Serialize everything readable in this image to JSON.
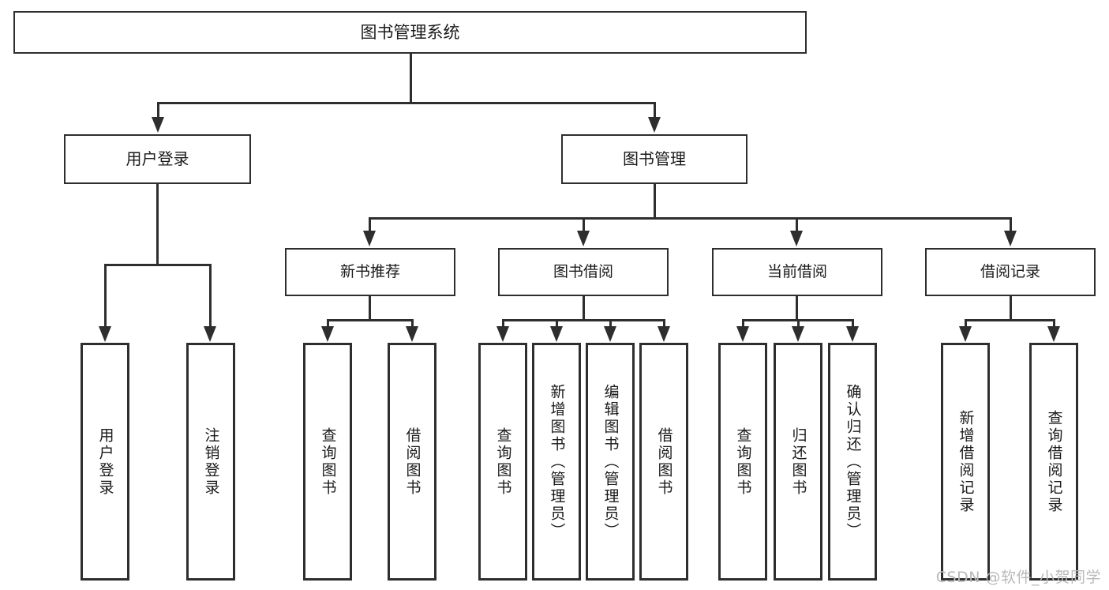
{
  "diagram": {
    "title": "图书管理系统",
    "type": "功能结构图",
    "watermark": "CSDN @软件_小贺同学",
    "root": {
      "label": "图书管理系统"
    },
    "level2": [
      {
        "id": "user-login",
        "label": "用户登录"
      },
      {
        "id": "book-manage",
        "label": "图书管理"
      }
    ],
    "level3": [
      {
        "id": "new-book-recommend",
        "label": "新书推荐"
      },
      {
        "id": "book-borrow",
        "label": "图书借阅"
      },
      {
        "id": "current-borrow",
        "label": "当前借阅"
      },
      {
        "id": "borrow-record",
        "label": "借阅记录"
      }
    ],
    "leaves": {
      "user_login": [
        {
          "id": "leaf-user-login",
          "label": "用户登录"
        },
        {
          "id": "leaf-user-logout",
          "label": "注销登录"
        }
      ],
      "new_book_recommend": [
        {
          "id": "leaf-query-book-1",
          "label": "查询图书"
        },
        {
          "id": "leaf-borrow-book-1",
          "label": "借阅图书"
        }
      ],
      "book_borrow": [
        {
          "id": "leaf-query-book-2",
          "label": "查询图书"
        },
        {
          "id": "leaf-add-book",
          "label": "新增图书（管理员）"
        },
        {
          "id": "leaf-edit-book",
          "label": "编辑图书（管理员）"
        },
        {
          "id": "leaf-borrow-book-2",
          "label": "借阅图书"
        }
      ],
      "current_borrow": [
        {
          "id": "leaf-query-book-3",
          "label": "查询图书"
        },
        {
          "id": "leaf-return-book",
          "label": "归还图书"
        },
        {
          "id": "leaf-confirm-return",
          "label": "确认归还（管理员）"
        }
      ],
      "borrow_record": [
        {
          "id": "leaf-add-record",
          "label": "新增借阅记录"
        },
        {
          "id": "leaf-query-record",
          "label": "查询借阅记录"
        }
      ]
    },
    "colors": {
      "stroke": "#2e2e2e",
      "background": "#ffffff",
      "text": "#1a1a1a",
      "watermark": "#b9b9b9"
    }
  }
}
